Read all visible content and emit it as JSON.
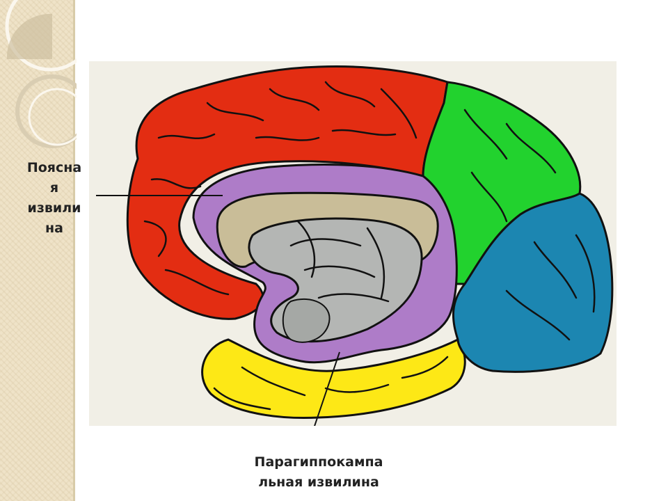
{
  "labels": {
    "cingulate_gyrus": [
      "Поясна",
      "я",
      "извили",
      "на"
    ],
    "parahippocampal_gyrus": [
      "Парагиппокампа",
      "льная извилина"
    ]
  },
  "colors": {
    "frontal_lobe": "#e32d12",
    "parietal_lobe": "#22d22e",
    "occipital_lobe": "#1c86b1",
    "temporal_lobe": "#fde816",
    "limbic_lobe": "#ae7cc8",
    "corpus_callosum": "#c9bd98",
    "thalamus": "#b4b6b4"
  }
}
